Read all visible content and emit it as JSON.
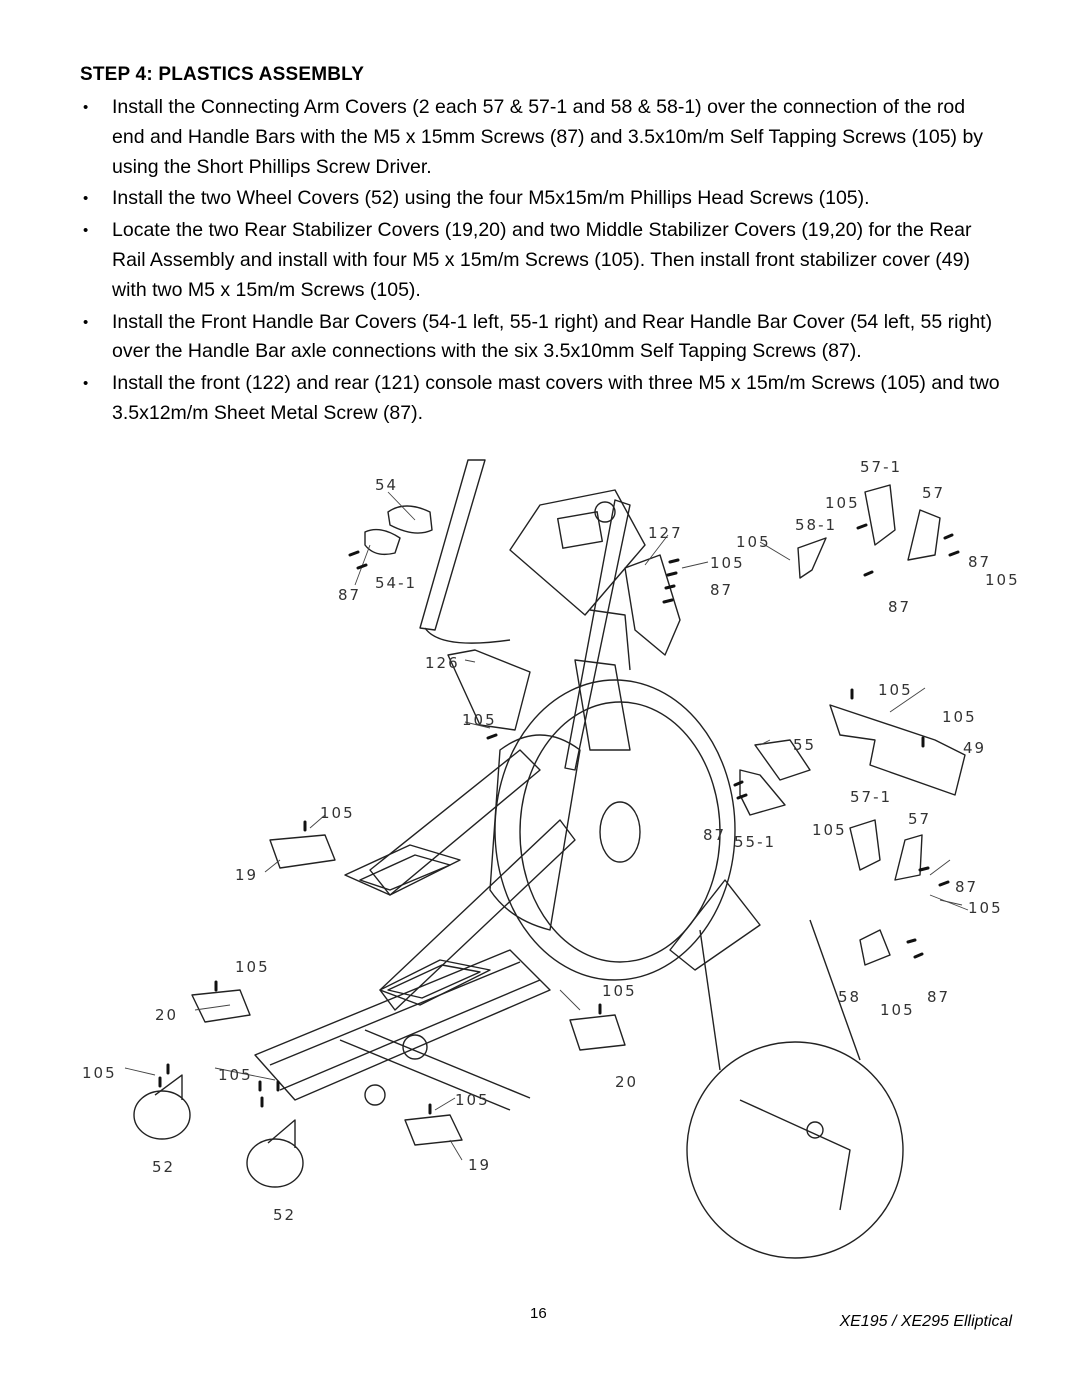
{
  "step_heading": "STEP 4: PLASTICS ASSEMBLY",
  "instructions": [
    "Install the Connecting Arm Covers (2 each 57 & 57-1 and 58 & 58-1) over the connection of the rod end and Handle Bars with the M5 x 15mm Screws (87) and 3.5x10m/m Self Tapping Screws (105) by using the Short Phillips Screw Driver.",
    "Install the two Wheel Covers (52) using the four M5x15m/m Phillips Head Screws (105).",
    "Locate the two Rear Stabilizer Covers (19,20) and two Middle Stabilizer Covers (19,20) for the Rear Rail Assembly and install with four M5 x 15m/m Screws (105). Then install front stabilizer cover (49) with two M5 x 15m/m Screws (105).",
    "Install the Front Handle Bar Covers (54-1 left, 55-1 right) and Rear Handle Bar Cover (54 left, 55 right) over the Handle Bar axle connections with the six 3.5x10mm Self Tapping Screws (87).",
    "Install the front (122) and rear (121) console mast covers with three M5 x 15m/m Screws (105) and two 3.5x12m/m Sheet Metal Screw (87)."
  ],
  "bullet_glyph": "•",
  "diagram_labels": {
    "l54": "54",
    "l54_1": "54-1",
    "l87_a": "87",
    "l127": "127",
    "l105_a": "105",
    "l87_b": "87",
    "l105_b": "105",
    "l58_1": "58-1",
    "l105_c": "105",
    "l57_1_a": "57-1",
    "l57_a": "57",
    "l87_c": "87",
    "l105_d": "105",
    "l87_d": "87",
    "l126": "126",
    "l105_e": "105",
    "l105_f": "105",
    "l105_g": "105",
    "l49": "49",
    "l55": "55",
    "l57_1_b": "57-1",
    "l57_b": "57",
    "l105_h": "105",
    "l87_e": "87",
    "l55_1": "55-1",
    "l87_f": "87",
    "l105_i": "105",
    "l105_j": "105",
    "l19_a": "19",
    "l105_k": "105",
    "l20_a": "20",
    "l105_l": "105",
    "l58": "58",
    "l105_m": "105",
    "l87_g": "87",
    "l105_n": "105",
    "l105_o": "105",
    "l20_b": "20",
    "l105_p": "105",
    "l19_b": "19",
    "l52_a": "52",
    "l52_b": "52"
  },
  "page_number": "16",
  "footer_model": "XE195 / XE295 Elliptical"
}
